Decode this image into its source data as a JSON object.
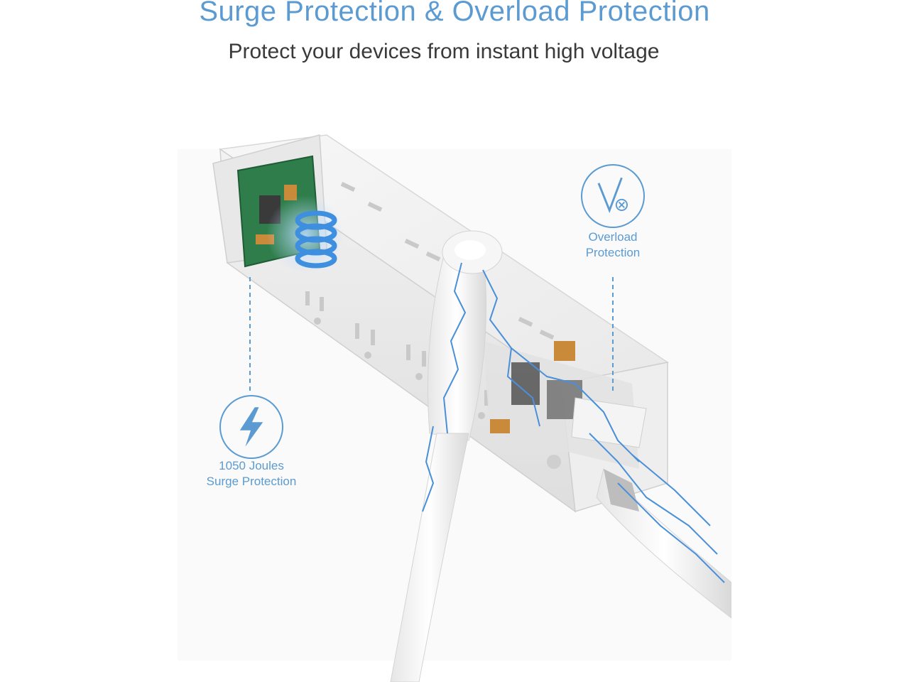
{
  "header": {
    "title": "Surge Protection & Overload Protection",
    "subtitle": "Protect your devices from instant high voltage"
  },
  "callouts": {
    "overload": {
      "line1": "Overload",
      "line2": "Protection",
      "icon": "vx-overload-icon"
    },
    "surge": {
      "line1": "1050 Joules",
      "line2": "Surge Protection",
      "icon": "lightning-bolt-icon"
    }
  },
  "colors": {
    "accent": "#5b9bd1",
    "subtitle": "#3a3a3a",
    "pcb": "#2f7d4a",
    "spark": "#4a90d9"
  }
}
